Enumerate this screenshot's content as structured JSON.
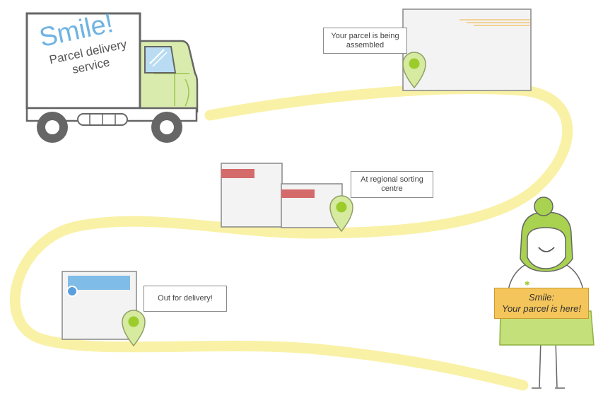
{
  "truck": {
    "brand": "Smile!",
    "tagline_line1": "Parcel delivery",
    "tagline_line2": "service"
  },
  "steps": [
    {
      "label_line1": "Your parcel is being",
      "label_line2": "assembled"
    },
    {
      "label_line1": "At regional sorting",
      "label_line2": "centre"
    },
    {
      "label_line1": "Out for delivery!",
      "label_line2": ""
    }
  ],
  "sign": {
    "line1": "Smile:",
    "line2": "Your parcel is here!"
  },
  "colors": {
    "path": "#f9f1a6",
    "pin": "#d6eaa0",
    "pin_dot": "#9bcc2c",
    "truck_cab": "#d9ecad",
    "truck_window": "#b9dcf2",
    "hair": "#a8d24f",
    "sign": "#f4c55b"
  }
}
